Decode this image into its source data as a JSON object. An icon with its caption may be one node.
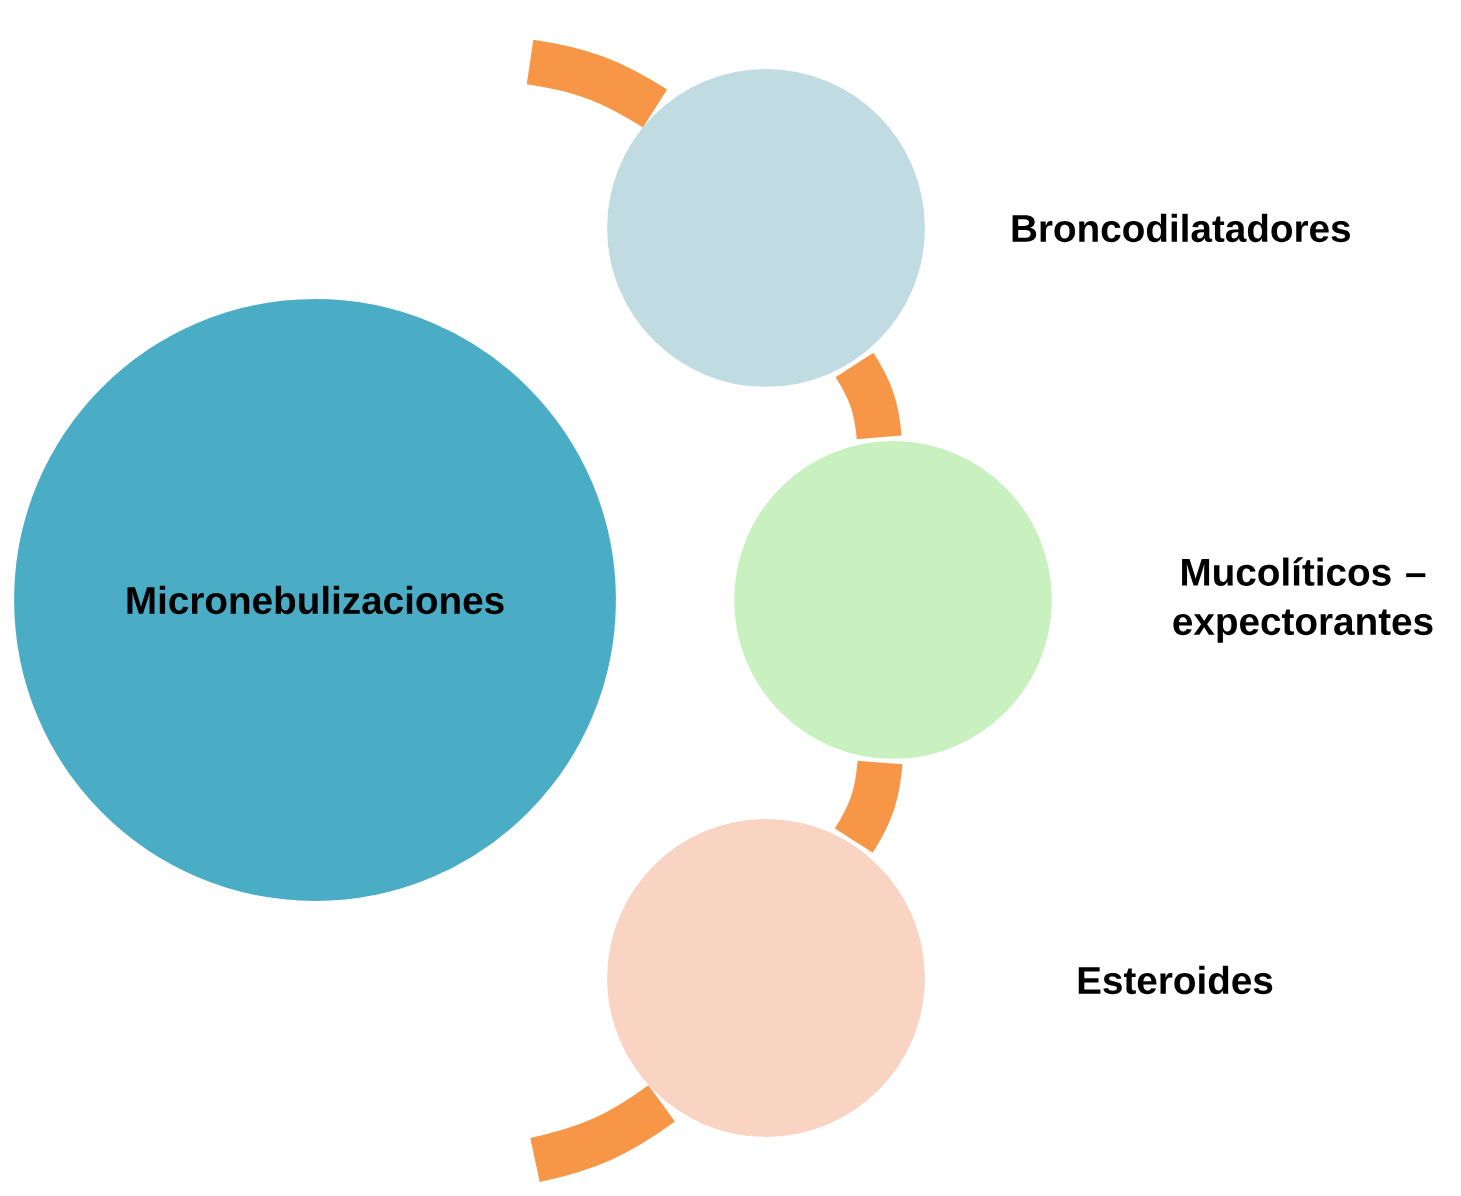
{
  "diagram": {
    "nodes": [
      {
        "text": [
          "Micronebulizaciones"
        ]
      },
      {
        "text": [],
        "shape": "circle",
        "beside": [
          "Broncodilatadores"
        ]
      },
      {
        "text": [],
        "shape": "circle",
        "beside": [
          "Mucolíticos – expectorantes"
        ]
      },
      {
        "text": [],
        "shape": "circle",
        "beside": [
          "Esteroides"
        ]
      }
    ],
    "edges": [
      {
        "from": null,
        "to": 1,
        "arrow": "none"
      },
      {
        "from": 1,
        "to": 2,
        "arrow": "none"
      },
      {
        "from": 2,
        "to": 3,
        "arrow": "none"
      },
      {
        "from": 3,
        "to": null,
        "arrow": "none"
      }
    ]
  }
}
